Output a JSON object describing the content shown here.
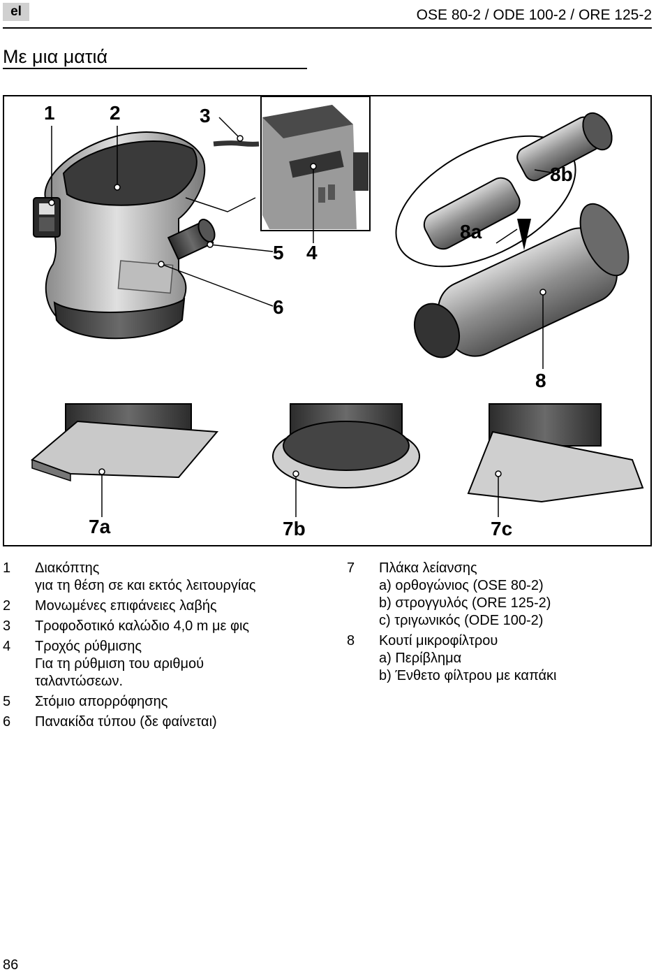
{
  "header": {
    "language_tag": "el",
    "document_title": "OSE 80-2 / ODE 100-2 / ORE 125-2"
  },
  "section_title": "Με μια ματιά",
  "figure": {
    "callouts": {
      "c1": "1",
      "c2": "2",
      "c3": "3",
      "c4": "4",
      "c5": "5",
      "c6": "6",
      "c7a": "7a",
      "c7b": "7b",
      "c7c": "7c",
      "c8": "8",
      "c8a": "8a",
      "c8b": "8b"
    }
  },
  "legend_left": [
    {
      "num": "1",
      "head": "Διακόπτης",
      "sub": [
        "για τη θέση σε και εκτός λειτουργίας"
      ]
    },
    {
      "num": "2",
      "head": "Μονωμένες επιφάνειες λαβής",
      "sub": []
    },
    {
      "num": "3",
      "head": "Τροφοδοτικό καλώδιο 4,0 m με φις",
      "sub": []
    },
    {
      "num": "4",
      "head": "Τροχός ρύθμισης",
      "sub": [
        "Για τη ρύθμιση του αριθμού",
        "ταλαντώσεων."
      ]
    },
    {
      "num": "5",
      "head": "Στόμιο απορρόφησης",
      "sub": []
    },
    {
      "num": "6",
      "head": "Πανακίδα τύπου",
      "note": " (δε φαίνεται)",
      "sub": []
    }
  ],
  "legend_right": [
    {
      "num": "7",
      "head": "Πλάκα λείανσης",
      "sub": [
        "a) ορθογώνιος (OSE 80-2)",
        "b) στρογγυλός (ORE 125-2)",
        "c) τριγωνικός (ODE 100-2)"
      ]
    },
    {
      "num": "8",
      "head": "Κουτί μικροφίλτρου",
      "sub": [
        "a) Περίβλημα",
        "b) Ένθετο φίλτρου με καπάκι"
      ]
    }
  ],
  "footer": {
    "page_number": "86"
  }
}
